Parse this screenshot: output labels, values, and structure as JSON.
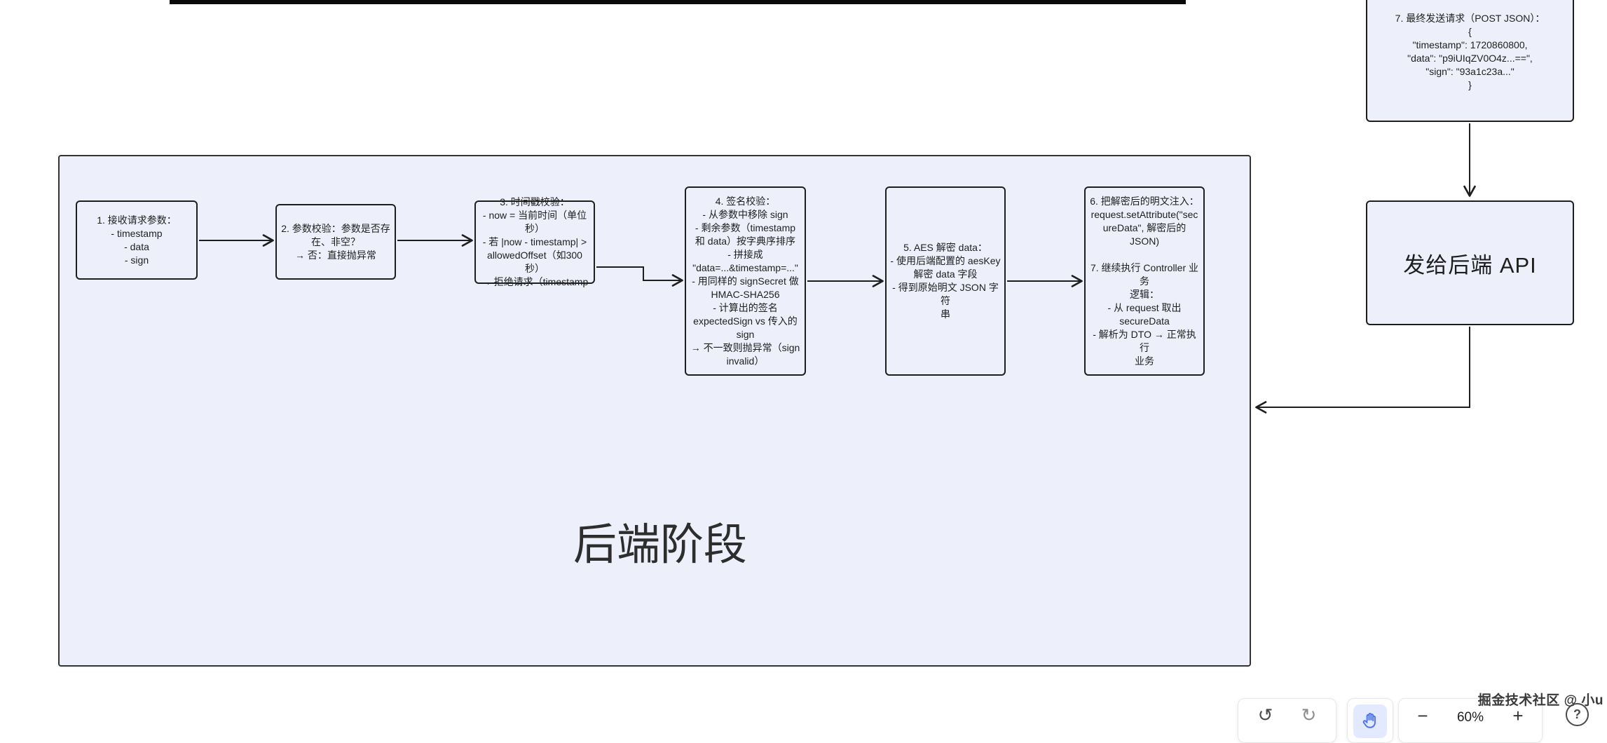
{
  "json_request_box": {
    "text": "7. 最终发送请求（POST JSON）：\n{\n\"timestamp\": 1720860800,\n\"data\": \"p9iUIqZV0O4z...==\",\n\"sign\": \"93a1c23a...\"\n}"
  },
  "api_box": {
    "label": "发给后端 API"
  },
  "backend_frame": {
    "label": "后端阶段"
  },
  "steps": [
    {
      "text": "1. 接收请求参数：\n- timestamp\n- data\n- sign"
    },
    {
      "text": "2. 参数校验：参数是否存\n在、非空？\n→ 否：直接抛异常"
    },
    {
      "text": "3. 时间戳校验：\n- now = 当前时间（单位\n秒）\n- 若 |now - timestamp| >\nallowedOffset（如300秒）\n→ 拒绝请求（timestamp"
    },
    {
      "text": "4. 签名校验：\n- 从参数中移除 sign\n- 剩余参数（timestamp\n和 data）按字典序排序\n- 拼接成\n\"data=...&timestamp=...\"\n- 用同样的 signSecret 做\nHMAC-SHA256\n- 计算出的签名\nexpectedSign vs 传入的\nsign\n→ 不一致则抛异常（sign\ninvalid）"
    },
    {
      "text": "5. AES 解密 data：\n- 使用后端配置的 aesKey\n解密 data 字段\n- 得到原始明文 JSON 字符\n串"
    },
    {
      "text": "6. 把解密后的明文注入：\nrequest.setAttribute(\"sec\nureData\", 解密后的JSON)\n\n7. 继续执行 Controller 业务\n逻辑：\n- 从 request 取出\nsecureData\n- 解析为 DTO → 正常执行\n业务"
    }
  ],
  "toolbar": {
    "undo_icon": "↺",
    "redo_icon": "↻",
    "zoom_out": "−",
    "zoom_level": "60%",
    "zoom_in": "+",
    "help": "?"
  },
  "watermark": "掘金技术社区 @ 小u",
  "colors": {
    "stroke": "#1e1e1e",
    "frame_fill": "#edf0fa",
    "accent_blue": "#4a72f5",
    "active_tool_bg": "#e3e9ff"
  }
}
